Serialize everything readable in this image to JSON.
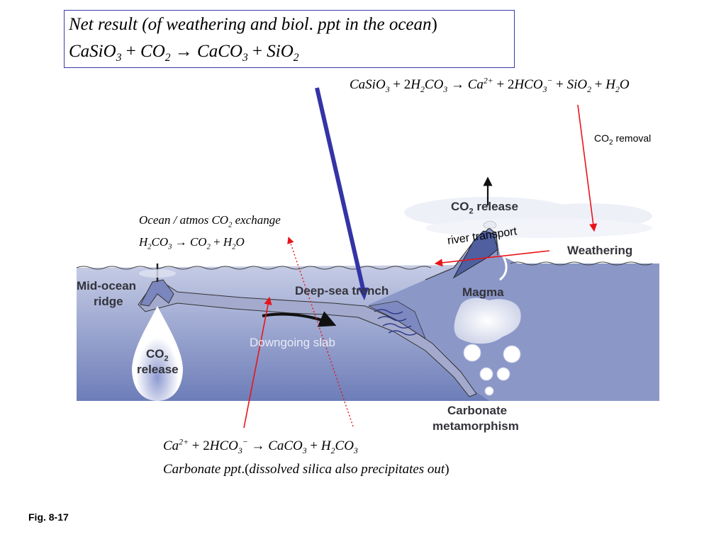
{
  "net_box": {
    "line1": [
      {
        "t": "Net  result  ("
      },
      {
        "t": "of weathering and biol"
      },
      {
        "t": ". ",
        "n": 1
      },
      {
        "t": "ppt in the ocean"
      },
      {
        "t": ")",
        "n": 1
      }
    ],
    "line2": [
      {
        "t": "CaSiO"
      },
      {
        "sub": "3"
      },
      {
        "t": " + ",
        "n": 1
      },
      {
        "t": "CO"
      },
      {
        "sub": "2"
      },
      {
        "t": " → ",
        "n": 1
      },
      {
        "t": "CaCO"
      },
      {
        "sub": "3"
      },
      {
        "t": " + ",
        "n": 1
      },
      {
        "t": "SiO"
      },
      {
        "sub": "2"
      }
    ]
  },
  "weathering_eq": [
    {
      "t": "CaSiO"
    },
    {
      "sub": "3"
    },
    {
      "t": " + 2",
      "n": 1
    },
    {
      "t": "H"
    },
    {
      "sub": "2"
    },
    {
      "t": "CO"
    },
    {
      "sub": "3"
    },
    {
      "t": " → ",
      "n": 1
    },
    {
      "t": "Ca"
    },
    {
      "sup": "2+"
    },
    {
      "t": " + 2",
      "n": 1
    },
    {
      "t": "HCO"
    },
    {
      "sub": "3"
    },
    {
      "sup": "−"
    },
    {
      "t": " + ",
      "n": 1
    },
    {
      "t": "SiO"
    },
    {
      "sub": "2"
    },
    {
      "t": " + ",
      "n": 1
    },
    {
      "t": "H"
    },
    {
      "sub": "2"
    },
    {
      "t": "O"
    }
  ],
  "exchange": {
    "line1": [
      {
        "t": "Ocean / atmos  CO"
      },
      {
        "sub": "2"
      },
      {
        "t": "  exchange"
      }
    ],
    "line2": [
      {
        "t": "H"
      },
      {
        "sub": "2"
      },
      {
        "t": "CO"
      },
      {
        "sub": "3"
      },
      {
        "t": " → ",
        "n": 1
      },
      {
        "t": "CO"
      },
      {
        "sub": "2"
      },
      {
        "t": " + ",
        "n": 1
      },
      {
        "t": "H"
      },
      {
        "sub": "2"
      },
      {
        "t": "O"
      }
    ]
  },
  "carbonate": {
    "line1": [
      {
        "t": "Ca"
      },
      {
        "sup": "2+"
      },
      {
        "t": " + 2",
        "n": 1
      },
      {
        "t": "HCO"
      },
      {
        "sub": "3"
      },
      {
        "sup": "−"
      },
      {
        "t": " → ",
        "n": 1
      },
      {
        "t": "CaCO"
      },
      {
        "sub": "3"
      },
      {
        "t": " + ",
        "n": 1
      },
      {
        "t": "H"
      },
      {
        "sub": "2"
      },
      {
        "t": "CO"
      },
      {
        "sub": "3"
      }
    ],
    "line2": [
      {
        "t": "Carbonate  ppt"
      },
      {
        "t": ".(",
        "n": 1
      },
      {
        "t": "dissolved silica also precipitates out"
      },
      {
        "t": ")",
        "n": 1
      }
    ]
  },
  "co2_removal": {
    "pre": "CO",
    "sub": "2",
    "post": " removal"
  },
  "river_transport": "river transport",
  "labels": {
    "co2_release_top": {
      "pre": "CO",
      "sub": "2",
      "post": " release"
    },
    "weathering": "Weathering",
    "magma": "Magma",
    "deep_sea_trench": "Deep-sea trench",
    "downgoing_slab": "Downgoing slab",
    "mid_ocean_ridge_1": "Mid-ocean",
    "mid_ocean_ridge_2": "ridge",
    "co2_release_left_1": {
      "pre": "CO",
      "sub": "2"
    },
    "co2_release_left_2": "release",
    "carbonate_meta_1": "Carbonate",
    "carbonate_meta_2": "metamorphism"
  },
  "fig_label": "Fig. 8-17",
  "colors": {
    "ocean": "#7f8ec2",
    "crust": "#a7aecf",
    "red_arrow": "#e8141a",
    "blue_arrow": "#3434a6",
    "box_border": "#3a3aa6"
  }
}
